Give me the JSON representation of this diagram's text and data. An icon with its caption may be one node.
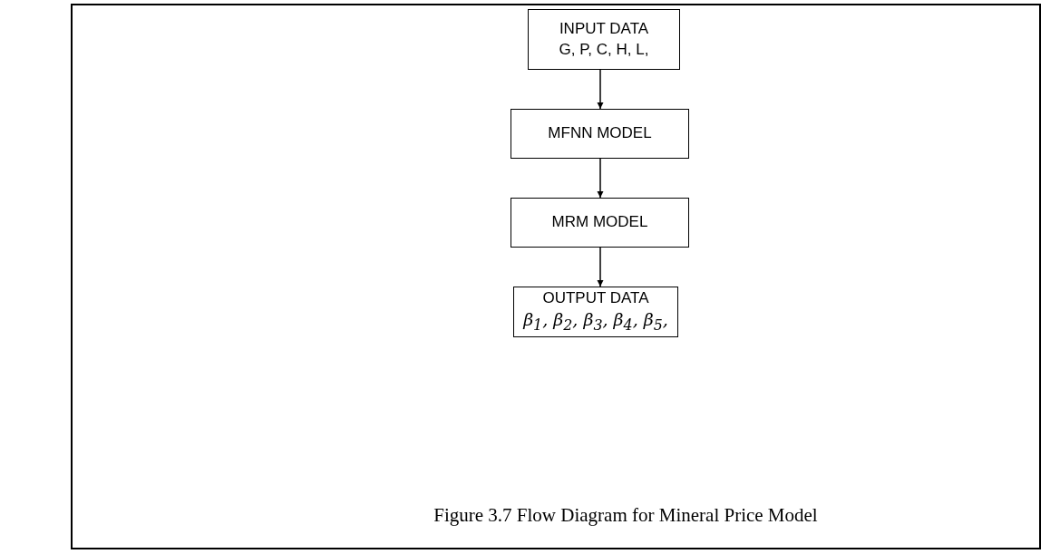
{
  "diagram": {
    "caption": "Figure 3.7  Flow Diagram for Mineral Price Model",
    "nodes": [
      {
        "text": [
          "INPUT DATA",
          "G,  P,  C,  H,  L,"
        ]
      },
      {
        "text": [
          "MFNN MODEL"
        ]
      },
      {
        "text": [
          "MRM MODEL"
        ]
      },
      {
        "text": [
          "OUTPUT DATA",
          "β$_{1}$, β$_{2}$, β$_{3}$, β$_{4}$, β$_{5}$,"
        ]
      }
    ],
    "edges": [
      {
        "from": 0,
        "to": 1,
        "arrow": "to"
      },
      {
        "from": 1,
        "to": 2,
        "arrow": "to"
      },
      {
        "from": 2,
        "to": 3,
        "arrow": "to"
      }
    ]
  }
}
